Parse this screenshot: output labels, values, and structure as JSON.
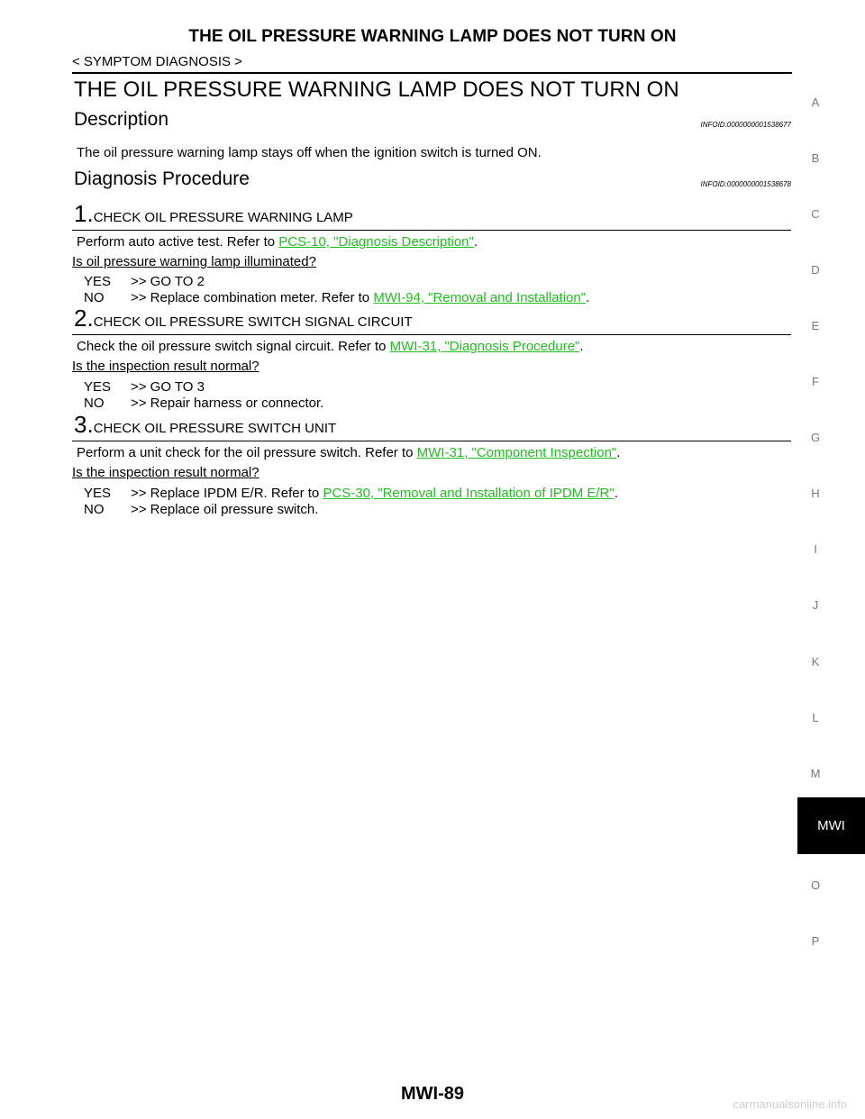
{
  "header": {
    "running_title": "THE OIL PRESSURE WARNING LAMP DOES NOT TURN ON",
    "breadcrumb": "< SYMPTOM DIAGNOSIS >"
  },
  "main_title": "THE OIL PRESSURE WARNING LAMP DOES NOT TURN ON",
  "description": {
    "title": "Description",
    "infoid": "INFOID:0000000001538677",
    "text": "The oil pressure warning lamp stays off when the ignition switch is turned ON."
  },
  "procedure": {
    "title": "Diagnosis Procedure",
    "infoid": "INFOID:0000000001538678",
    "steps": [
      {
        "num": "1.",
        "title": "CHECK OIL PRESSURE WARNING LAMP",
        "body_prefix": "Perform auto active test. Refer to ",
        "body_link": "PCS-10, \"Diagnosis Description\"",
        "body_suffix": ".",
        "question": "Is oil pressure warning lamp illuminated?",
        "yes_key": "YES",
        "yes_text": ">> GO TO 2",
        "no_key": "NO",
        "no_prefix": ">> Replace combination meter. Refer to ",
        "no_link": "MWI-94, \"Removal and Installation\"",
        "no_suffix": "."
      },
      {
        "num": "2.",
        "title": "CHECK OIL PRESSURE SWITCH SIGNAL CIRCUIT",
        "body_prefix": "Check the oil pressure switch signal circuit. Refer to ",
        "body_link": "MWI-31, \"Diagnosis Procedure\"",
        "body_suffix": ".",
        "question": "Is the inspection result normal?",
        "yes_key": "YES",
        "yes_text": ">> GO TO 3",
        "no_key": "NO",
        "no_text": ">> Repair harness or connector."
      },
      {
        "num": "3.",
        "title": "CHECK OIL PRESSURE SWITCH UNIT",
        "body_prefix": "Perform a unit check for the oil pressure switch. Refer to ",
        "body_link": "MWI-31, \"Component Inspection\"",
        "body_suffix": ".",
        "question": "Is the inspection result normal?",
        "yes_key": "YES",
        "yes_prefix": ">> Replace IPDM E/R. Refer to ",
        "yes_link": "PCS-30, \"Removal and Installation of IPDM E/R\"",
        "yes_suffix": ".",
        "no_key": "NO",
        "no_text": ">> Replace oil pressure switch."
      }
    ]
  },
  "side_tabs": [
    "A",
    "B",
    "C",
    "D",
    "E",
    "F",
    "G",
    "H",
    "I",
    "J",
    "K",
    "L",
    "M",
    "O",
    "P"
  ],
  "active_tab": "MWI",
  "page_number": "MWI-89",
  "watermark": "carmanualsonline.info",
  "colors": {
    "link": "#1fbf1f",
    "active_tab_bg": "#000000",
    "side_tab_text": "#777777"
  }
}
